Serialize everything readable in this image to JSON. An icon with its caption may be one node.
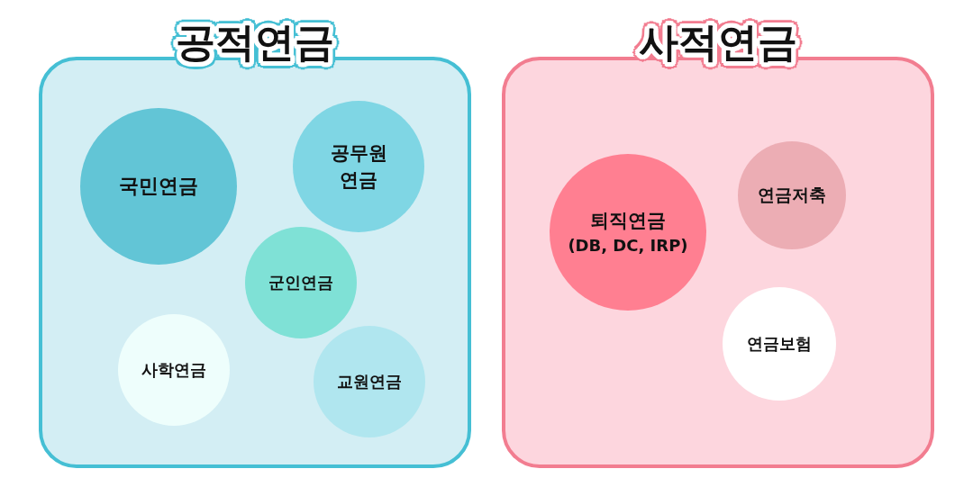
{
  "diagram": {
    "nodes": [
      {
        "text": [
          "공적연금"
        ]
      },
      {
        "text": [
          "국민연금"
        ],
        "in": 0
      },
      {
        "text": [
          "공무원 연금"
        ],
        "in": 0
      },
      {
        "text": [
          "군인연금"
        ],
        "in": 0
      },
      {
        "text": [
          "사학연금"
        ],
        "in": 0
      },
      {
        "text": [
          "교원연금"
        ],
        "in": 0
      },
      {
        "text": [
          "사적연금"
        ]
      },
      {
        "text": [
          "퇴직연금",
          "(DB, DC, IRP)"
        ],
        "in": 6
      },
      {
        "text": [
          "연금저축"
        ],
        "in": 6
      },
      {
        "text": [
          "연금보험"
        ],
        "in": 6
      }
    ]
  }
}
